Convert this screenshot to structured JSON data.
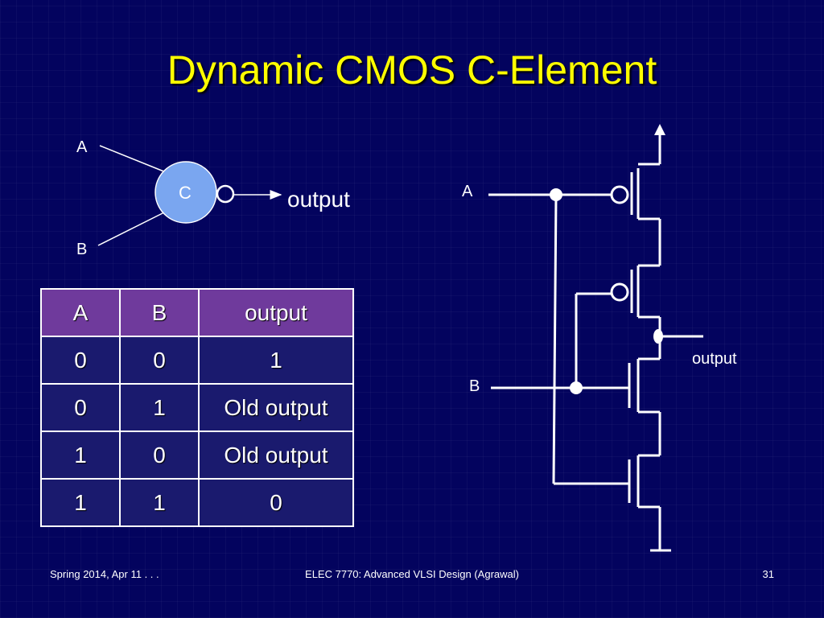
{
  "slide": {
    "title": "Dynamic CMOS C-Element"
  },
  "symbol": {
    "input_a": "A",
    "input_b": "B",
    "gate_label": "C",
    "output_label": "output"
  },
  "truth_table": {
    "headers": [
      "A",
      "B",
      "output"
    ],
    "rows": [
      [
        "0",
        "0",
        "1"
      ],
      [
        "0",
        "1",
        "Old output"
      ],
      [
        "1",
        "0",
        "Old output"
      ],
      [
        "1",
        "1",
        "0"
      ]
    ]
  },
  "circuit": {
    "input_a": "A",
    "input_b": "B",
    "output_label": "output"
  },
  "footer": {
    "left": "Spring 2014, Apr 11 . . .",
    "center": "ELEC 7770: Advanced VLSI Design (Agrawal)",
    "right": "31"
  }
}
